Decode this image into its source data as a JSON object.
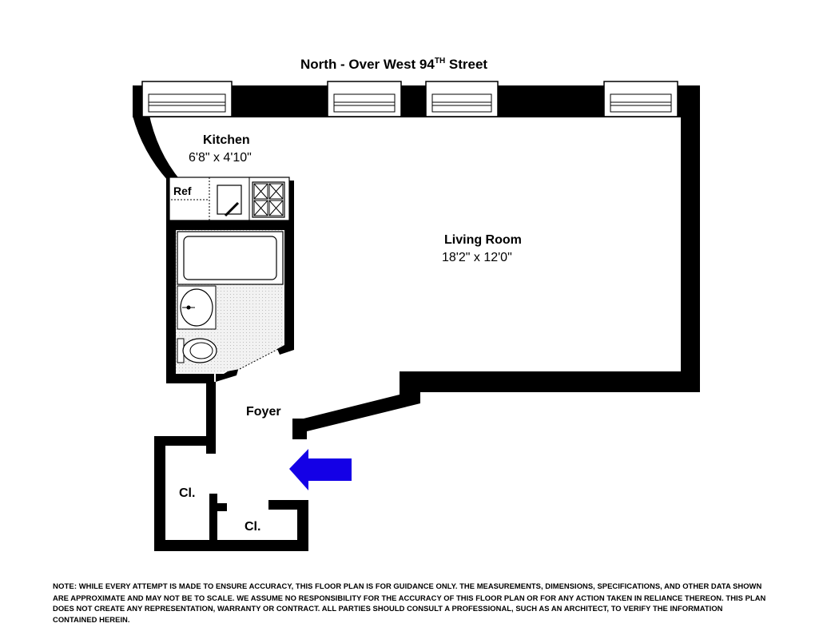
{
  "header": {
    "orientation": "North - Over West 94",
    "ordinal_suffix": "TH",
    "street": " Street"
  },
  "rooms": {
    "kitchen": {
      "name": "Kitchen",
      "dimensions": "6'8\"  x  4'10\""
    },
    "living_room": {
      "name": "Living Room",
      "dimensions": "18'2\"  x  12'0\""
    },
    "foyer": {
      "name": "Foyer"
    },
    "closet_left": {
      "name": "Cl."
    },
    "closet_bottom": {
      "name": "Cl."
    }
  },
  "fixtures": {
    "refrigerator": "Ref"
  },
  "entrance_arrow_color": "#1400e6",
  "wall_color": "#000000",
  "bathroom_floor_color": "#e8e8e8",
  "note": {
    "lead": "Note:",
    "text": " While every attempt is made to ensure accuracy, this floor plan is for guidance only. The measurements, dimensions, specifications, and other data shown are approximate and may not be to scale. We assume no responsibility for the accuracy of this floor plan or for any action taken in reliance thereon. This plan does not create any representation, warranty or contract. All parties should consult a professional, such as an architect, to verify the information contained herein."
  }
}
